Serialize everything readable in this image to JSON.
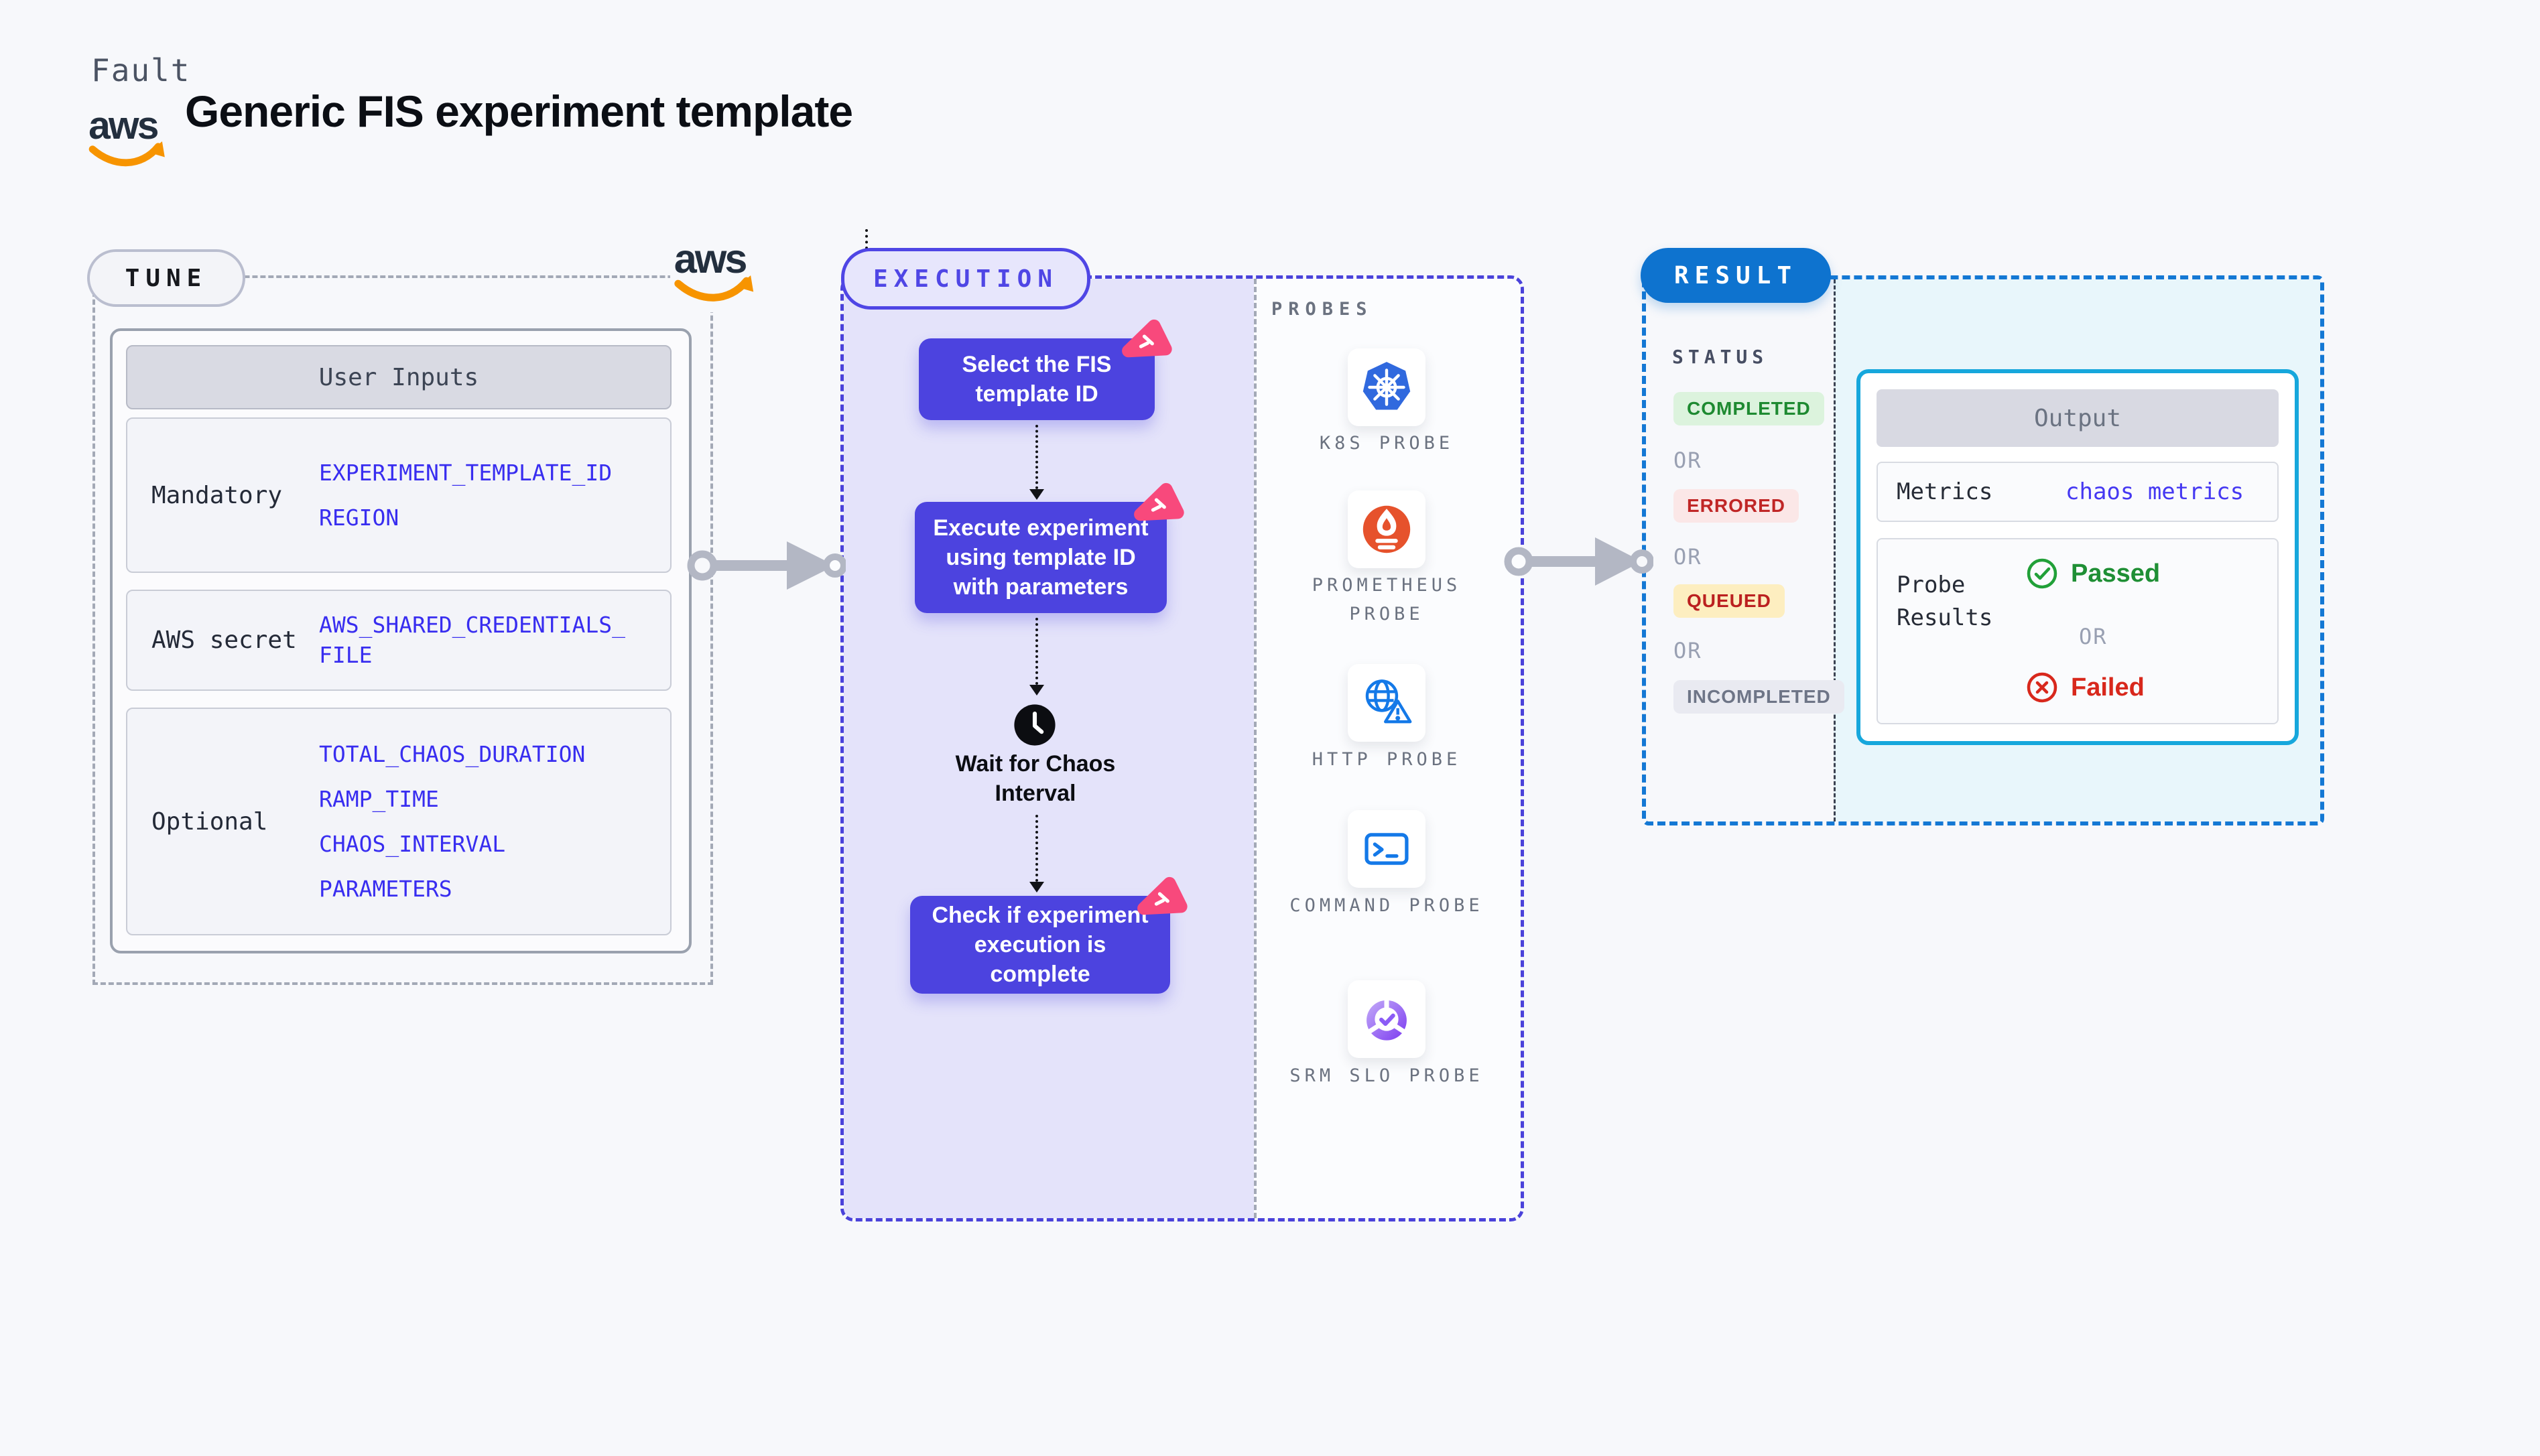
{
  "header": {
    "brand": "Fault",
    "title": "Generic FIS experiment template"
  },
  "tune": {
    "badge": "TUNE",
    "user_inputs": {
      "header": "User Inputs",
      "rows": [
        {
          "label": "Mandatory",
          "values": [
            "EXPERIMENT_TEMPLATE_ID",
            "REGION"
          ]
        },
        {
          "label": "AWS secret",
          "values": [
            "AWS_SHARED_CREDENTIALS_FILE"
          ]
        },
        {
          "label": "Optional",
          "values": [
            "TOTAL_CHAOS_DURATION",
            "RAMP_TIME",
            "CHAOS_INTERVAL",
            "PARAMETERS"
          ]
        }
      ]
    }
  },
  "execution": {
    "badge": "EXECUTION",
    "steps": [
      {
        "label": "Select the FIS template ID"
      },
      {
        "label": "Execute experiment using template ID with parameters"
      },
      {
        "label": "Wait for Chaos Interval",
        "type": "wait"
      },
      {
        "label": "Check if experiment execution is complete"
      }
    ],
    "probes": {
      "label": "PROBES",
      "items": [
        {
          "name": "K8S PROBE",
          "icon": "kubernetes-icon"
        },
        {
          "name": "PROMETHEUS PROBE",
          "icon": "prometheus-icon"
        },
        {
          "name": "HTTP PROBE",
          "icon": "http-globe-icon"
        },
        {
          "name": "COMMAND PROBE",
          "icon": "terminal-icon"
        },
        {
          "name": "SRM SLO PROBE",
          "icon": "slo-donut-icon"
        }
      ]
    }
  },
  "result": {
    "badge": "RESULT",
    "status": {
      "label": "STATUS",
      "separator": "OR",
      "badges": [
        {
          "text": "COMPLETED",
          "bg": "#dcf3dd",
          "color": "#1e8a31"
        },
        {
          "text": "ERRORED",
          "bg": "#fbe7e7",
          "color": "#c02626"
        },
        {
          "text": "QUEUED",
          "bg": "#fdeec0",
          "color": "#bb2020"
        },
        {
          "text": "INCOMPLETED",
          "bg": "#e9eaf1",
          "color": "#6e7587"
        }
      ]
    },
    "output": {
      "header": "Output",
      "metrics_label": "Metrics",
      "metrics_value": "chaos metrics",
      "probe_results_label": "Probe Results",
      "passed": "Passed",
      "or": "OR",
      "failed": "Failed"
    }
  },
  "colors": {
    "accent_indigo": "#4f46e5",
    "step_indigo": "#4c43df",
    "lavender_bg": "#e4e3fa",
    "variable_blue": "#382df0",
    "result_blue": "#0e73cf",
    "output_cyan": "#16a7dc",
    "pink_badge": "#f8497c",
    "passed_green": "#1f8f35",
    "failed_red": "#d8281c",
    "arrow_gray": "#b3b7c4",
    "aws_orange": "#f79400",
    "aws_navy": "#232f3e"
  }
}
